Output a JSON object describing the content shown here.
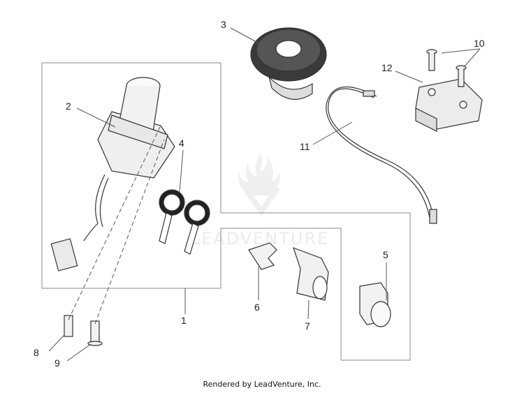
{
  "diagram": {
    "callouts": [
      "1",
      "2",
      "3",
      "4",
      "5",
      "6",
      "7",
      "8",
      "9",
      "10",
      "11",
      "12"
    ],
    "watermark": "LEADVENTURE",
    "footer": "Rendered by LeadVenture, Inc."
  }
}
